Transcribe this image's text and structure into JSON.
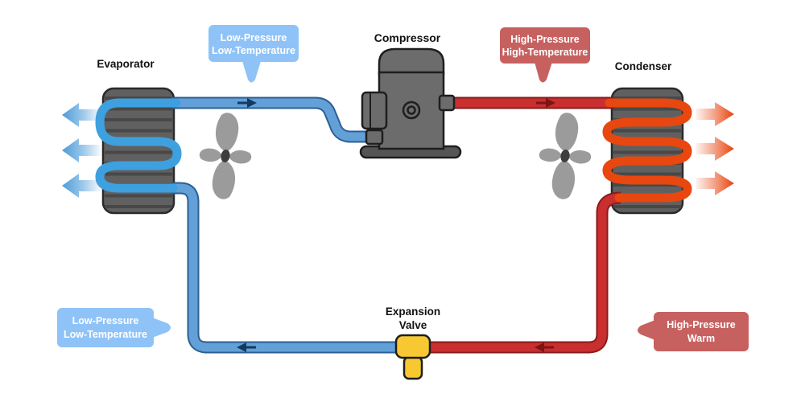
{
  "labels": {
    "evaporator": "Evaporator",
    "compressor": "Compressor",
    "condenser": "Condenser",
    "expansion_valve_line1": "Expansion",
    "expansion_valve_line2": "Valve"
  },
  "callouts": {
    "top_left": {
      "line1": "Low-Pressure",
      "line2": "Low-Temperature"
    },
    "top_right": {
      "line1": "High-Pressure",
      "line2": "High-Temperature"
    },
    "bottom_left": {
      "line1": "Low-Pressure",
      "line2": "Low-Temperature"
    },
    "bottom_right": {
      "line1": "High-Pressure",
      "line2": "Warm"
    }
  },
  "icons": {
    "fan-icon": "4-blade gray propeller",
    "cold-air-arrow-icon": "left-pointing arrow fading blue gradient",
    "hot-air-arrow-icon": "right-pointing arrow fading orange gradient",
    "flow-arrow-icon": "small dark arrow showing refrigerant flow direction"
  },
  "colors": {
    "page_bg": "#FFFFFF",
    "label_text": "#111111",
    "block_gray": "#606060",
    "block_fin": "#484848",
    "block_outline": "#2A2A2A",
    "pipe_blue": "#63A0D8",
    "pipe_blue_outline": "#2C5F93",
    "coil_blue": "#3EA0DF",
    "pipe_red": "#C92F2F",
    "pipe_red_outline": "#8A1B1B",
    "coil_orange": "#E8470F",
    "compressor_gray": "#6C6C6C",
    "compressor_base": "#555555",
    "compressor_outline": "#1E1E1E",
    "valve_yellow": "#F7C832",
    "valve_outline": "#1E1E1E",
    "fan_gray": "#9B9B9B",
    "fan_hub": "#3E3E3E",
    "callout_blue": "#8FC3F7",
    "callout_red": "#C66160",
    "callout_text": "#FFFFFF",
    "airflow_blue": "#4D9CD9",
    "airflow_orange": "#E8430D",
    "flow_arrow_blue": "#143A5F",
    "flow_arrow_red": "#7E1414"
  }
}
